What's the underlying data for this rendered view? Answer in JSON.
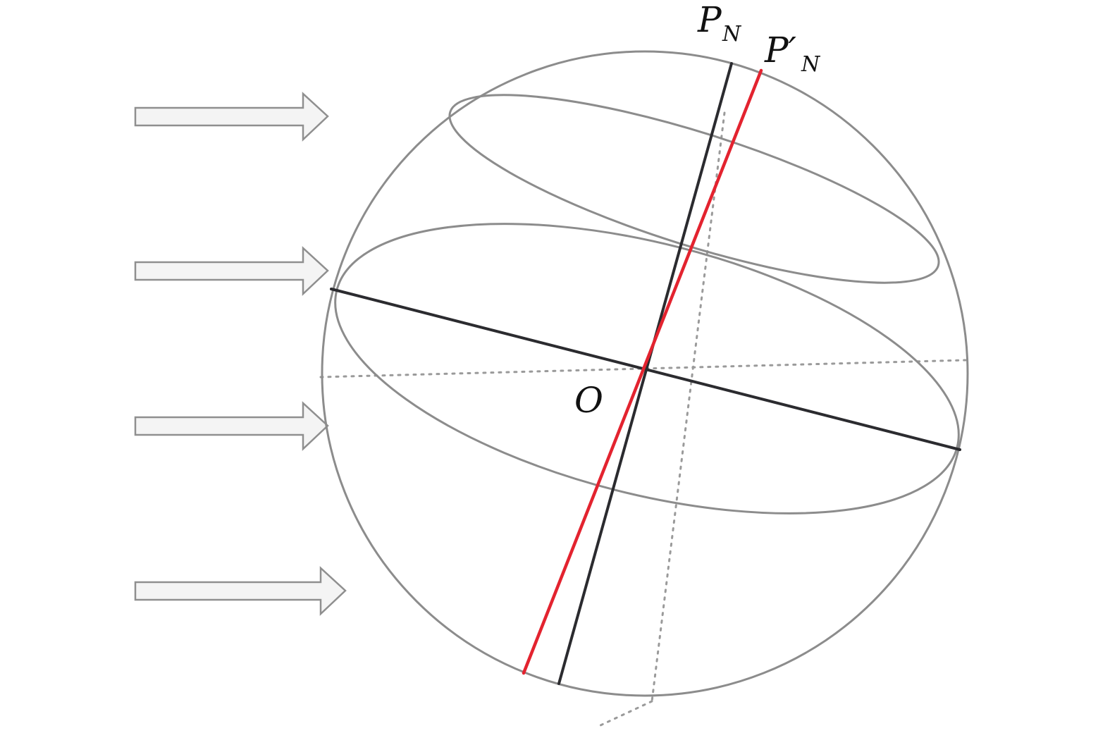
{
  "labels": {
    "pole": {
      "main": "P",
      "sub": "N"
    },
    "pole_shifted": {
      "main": "P′",
      "sub": "N"
    },
    "origin": {
      "main": "O"
    }
  },
  "colors": {
    "sphere_outline": "#8c8c8c",
    "axis": "#2b2b2f",
    "shifted_axis": "#e3232f",
    "dotted_axes": "#9a9a9a",
    "arrow_fill": "#f4f4f4",
    "arrow_stroke": "#8f8f8f"
  },
  "arrows": {
    "count": 4,
    "direction": "right",
    "icon": "block-arrow-right"
  }
}
